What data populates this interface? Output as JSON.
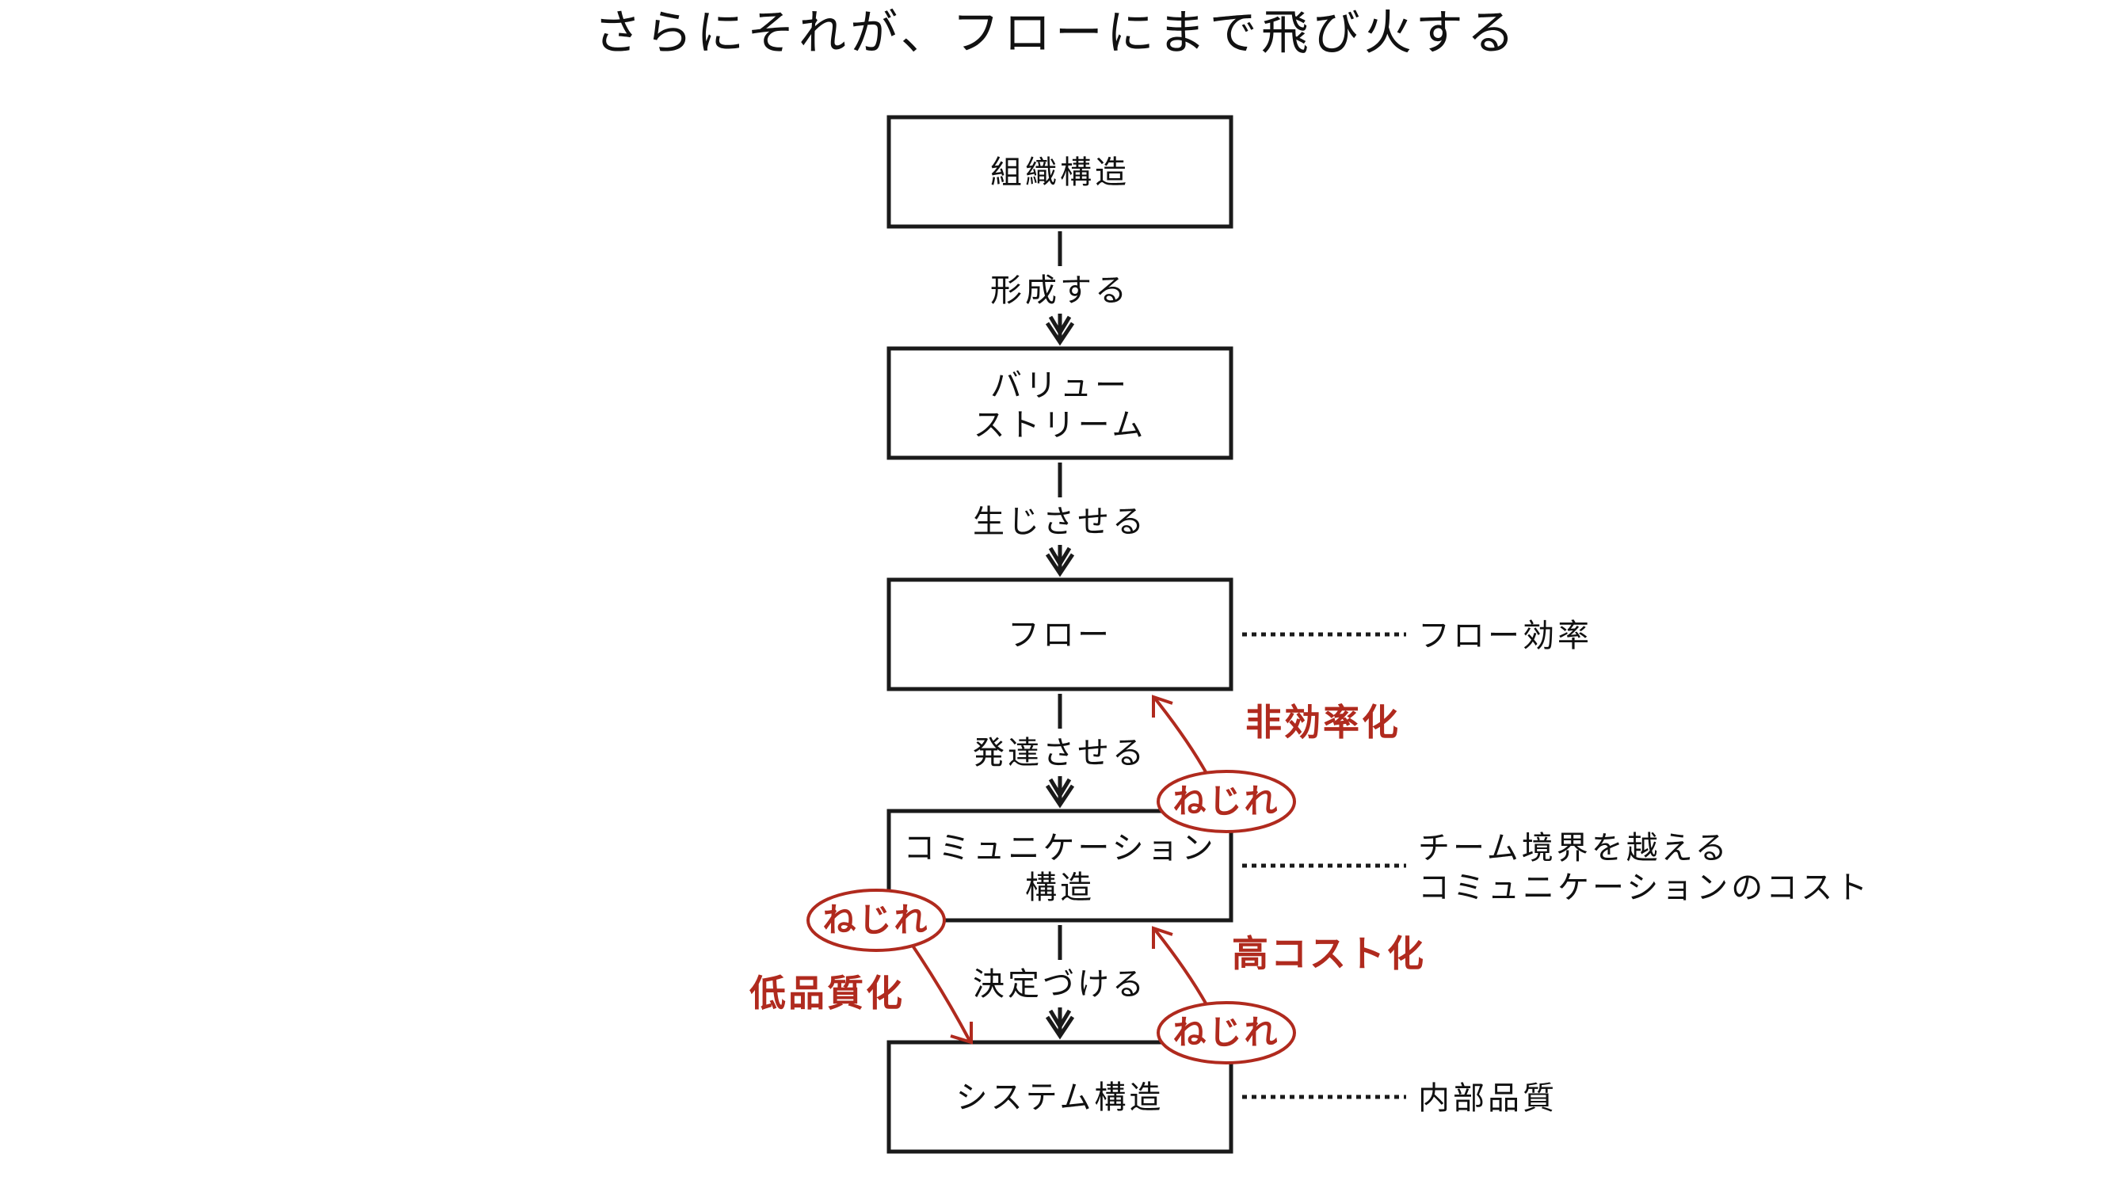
{
  "title": "さらにそれが、フローにまで飛び火する",
  "boxes": {
    "org_structure": "組織構造",
    "value_stream_line1": "バリュー",
    "value_stream_line2": "ストリーム",
    "flow": "フロー",
    "comm_structure_line1": "コミュニケーション",
    "comm_structure_line2": "構造",
    "system_structure": "システム構造"
  },
  "connectors": {
    "forms": "形成する",
    "produces": "生じさせる",
    "develops": "発達させる",
    "determines": "決定づける"
  },
  "notes": {
    "flow_efficiency": "フロー効率",
    "comm_cost_line1": "チーム境界を越える",
    "comm_cost_line2": "コミュニケーションのコスト",
    "internal_quality": "内部品質"
  },
  "twists": {
    "inefficiency": "非効率化",
    "high_cost": "高コスト化",
    "low_quality": "低品質化",
    "twist_label": "ねじれ"
  },
  "colors": {
    "ink": "#1a1a1a",
    "accent_red": "#b02a1e",
    "background": "#ffffff"
  }
}
